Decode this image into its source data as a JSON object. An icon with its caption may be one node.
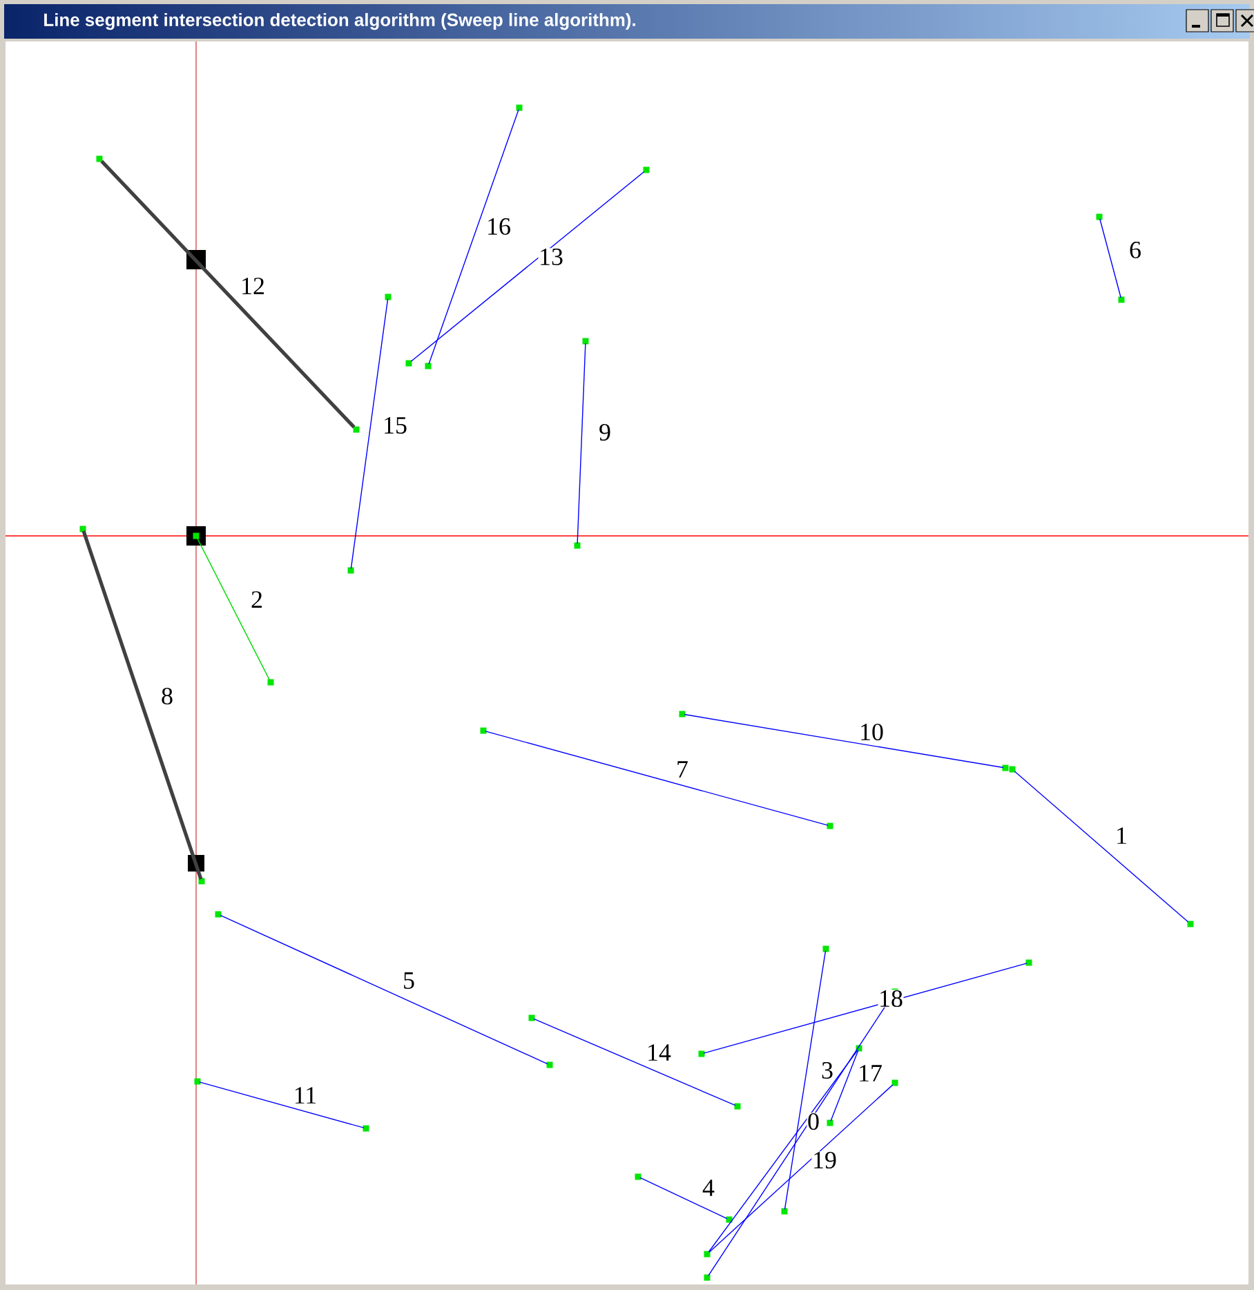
{
  "diagram": {
    "title": "Line segment intersection detection algorithm (Sweep line algorithm).",
    "nodes": [
      {
        "text": [],
        "shape": "box"
      },
      {
        "text": [],
        "shape": "box"
      },
      {
        "text": [],
        "shape": "box"
      },
      {
        "text": [],
        "shape": "box"
      },
      {
        "text": [],
        "shape": "box"
      },
      {
        "text": [],
        "shape": "box"
      },
      {
        "text": [],
        "shape": "box"
      },
      {
        "text": [],
        "shape": "box"
      },
      {
        "text": [],
        "shape": "box"
      },
      {
        "text": [],
        "shape": "box"
      },
      {
        "text": [],
        "shape": "box"
      },
      {
        "text": [],
        "shape": "box"
      },
      {
        "text": [],
        "shape": "box"
      },
      {
        "text": [],
        "shape": "box"
      },
      {
        "text": [],
        "shape": "box"
      },
      {
        "text": [],
        "shape": "box"
      },
      {
        "text": [],
        "shape": "box"
      },
      {
        "text": [],
        "shape": "box"
      },
      {
        "text": [],
        "shape": "box"
      },
      {
        "text": [],
        "shape": "box"
      },
      {
        "text": [],
        "shape": "box"
      },
      {
        "text": [],
        "shape": "box"
      },
      {
        "text": [],
        "shape": "box"
      },
      {
        "text": [],
        "shape": "box"
      },
      {
        "text": [],
        "shape": "box"
      },
      {
        "text": [],
        "shape": "box"
      },
      {
        "text": [],
        "shape": "box"
      },
      {
        "text": [],
        "shape": "box"
      },
      {
        "text": [],
        "shape": "box"
      },
      {
        "text": [],
        "shape": "box"
      },
      {
        "text": [],
        "shape": "box"
      },
      {
        "text": [],
        "shape": "box"
      },
      {
        "text": [],
        "shape": "box"
      },
      {
        "text": [],
        "shape": "box"
      },
      {
        "text": [],
        "shape": "box"
      },
      {
        "text": [],
        "shape": "box"
      },
      {
        "text": [],
        "shape": "box"
      },
      {
        "text": [],
        "shape": "box"
      },
      {
        "text": [],
        "shape": "box"
      },
      {
        "text": [],
        "shape": "box"
      }
    ],
    "edges": [
      {
        "from": 1,
        "to": 0,
        "arrow": "none",
        "label": "0"
      },
      {
        "from": 2,
        "to": 3,
        "arrow": "none",
        "label": "1"
      },
      {
        "from": 4,
        "to": 5,
        "arrow": "none",
        "label": "2",
        "color": "#00dd00"
      },
      {
        "from": 6,
        "to": 7,
        "arrow": "none",
        "label": "3"
      },
      {
        "from": 8,
        "to": 9,
        "arrow": "none",
        "label": "4"
      },
      {
        "from": 10,
        "to": 11,
        "arrow": "none",
        "label": "5"
      },
      {
        "from": 12,
        "to": 13,
        "arrow": "none",
        "label": "6"
      },
      {
        "from": 14,
        "to": 15,
        "arrow": "none",
        "label": "7"
      },
      {
        "from": 16,
        "to": 17,
        "arrow": "none",
        "label": "8",
        "style": "thick",
        "color": "#404040"
      },
      {
        "from": 18,
        "to": 19,
        "arrow": "none",
        "label": "9"
      },
      {
        "from": 20,
        "to": 21,
        "arrow": "none",
        "label": "10"
      },
      {
        "from": 22,
        "to": 23,
        "arrow": "none",
        "label": "11"
      },
      {
        "from": 24,
        "to": 25,
        "arrow": "none",
        "label": "12",
        "style": "thick",
        "color": "#404040"
      },
      {
        "from": 26,
        "to": 27,
        "arrow": "none",
        "label": "13"
      },
      {
        "from": 28,
        "to": 29,
        "arrow": "none",
        "label": "14"
      },
      {
        "from": 30,
        "to": 31,
        "arrow": "none",
        "label": "15"
      },
      {
        "from": 32,
        "to": 33,
        "arrow": "none",
        "label": "16"
      },
      {
        "from": 34,
        "to": 1,
        "arrow": "none",
        "label": "17"
      },
      {
        "from": 35,
        "to": 36,
        "arrow": "none",
        "label": "18"
      },
      {
        "from": 34,
        "to": 37,
        "arrow": "none",
        "label": "19"
      },
      {
        "from": 38,
        "to": 39,
        "arrow": "none"
      }
    ]
  }
}
